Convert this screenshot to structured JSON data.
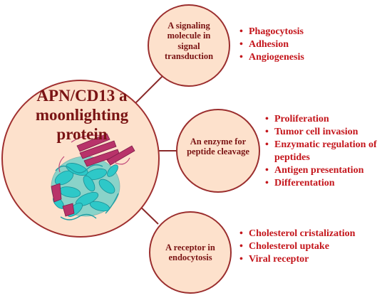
{
  "main": {
    "title": "APN/CD13 a moonlighting protein",
    "image": "protein-ribbon-structure"
  },
  "nodes": [
    {
      "id": "signaling",
      "label": "A signaling molecule in signal transduction",
      "items": [
        "Phagocytosis",
        "Adhesion",
        "Angiogenesis"
      ]
    },
    {
      "id": "enzyme",
      "label": "An enzyme for peptide cleavage",
      "items": [
        "Proliferation",
        "Tumor cell invasion",
        "Enzymatic regulation of peptides",
        "Antigen presentation",
        "Differentation"
      ]
    },
    {
      "id": "receptor",
      "label": "A receptor in endocytosis",
      "items": [
        "Cholesterol cristalization",
        "Cholesterol  uptake",
        "Viral receptor"
      ]
    }
  ],
  "colors": {
    "circle_fill": "#fde1cc",
    "circle_stroke": "#9b2e2e",
    "node_text": "#7a1414",
    "bullet_text": "#c4161c",
    "protein_cyan": "#2ec8c8",
    "protein_magenta": "#b8336a"
  }
}
